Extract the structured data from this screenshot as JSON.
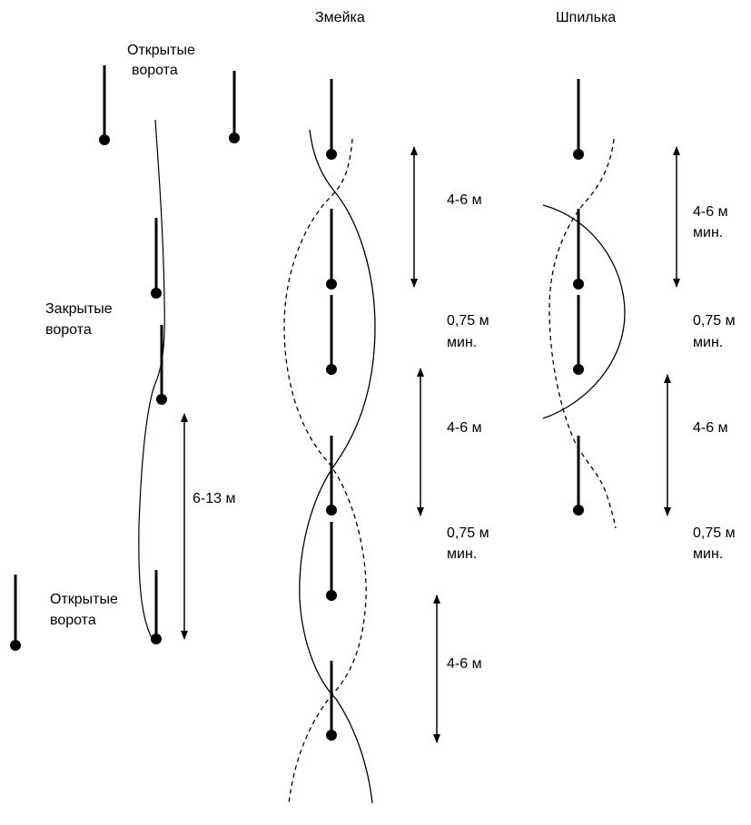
{
  "titles": {
    "snake": "Змейка",
    "hairpin": "Шпилька"
  },
  "left_panel": {
    "open_gate_top": [
      "Открытые",
      "ворота"
    ],
    "closed_gate": [
      "Закрытые",
      "ворота"
    ],
    "open_gate_bottom": [
      "Открытые",
      "ворота"
    ],
    "distance": "6-13 м"
  },
  "snake": {
    "distance_1": "4-6 м",
    "min_1": [
      "0,75 м",
      "мин."
    ],
    "distance_2": "4-6 м",
    "min_2": [
      "0,75 м",
      "мин."
    ],
    "distance_3": "4-6 м"
  },
  "hairpin": {
    "distance_1": [
      "4-6 м",
      "мин."
    ],
    "min_1": [
      "0,75 м",
      "мин."
    ],
    "distance_2": "4-6 м",
    "min_2": [
      "0,75 м",
      "мин."
    ]
  }
}
